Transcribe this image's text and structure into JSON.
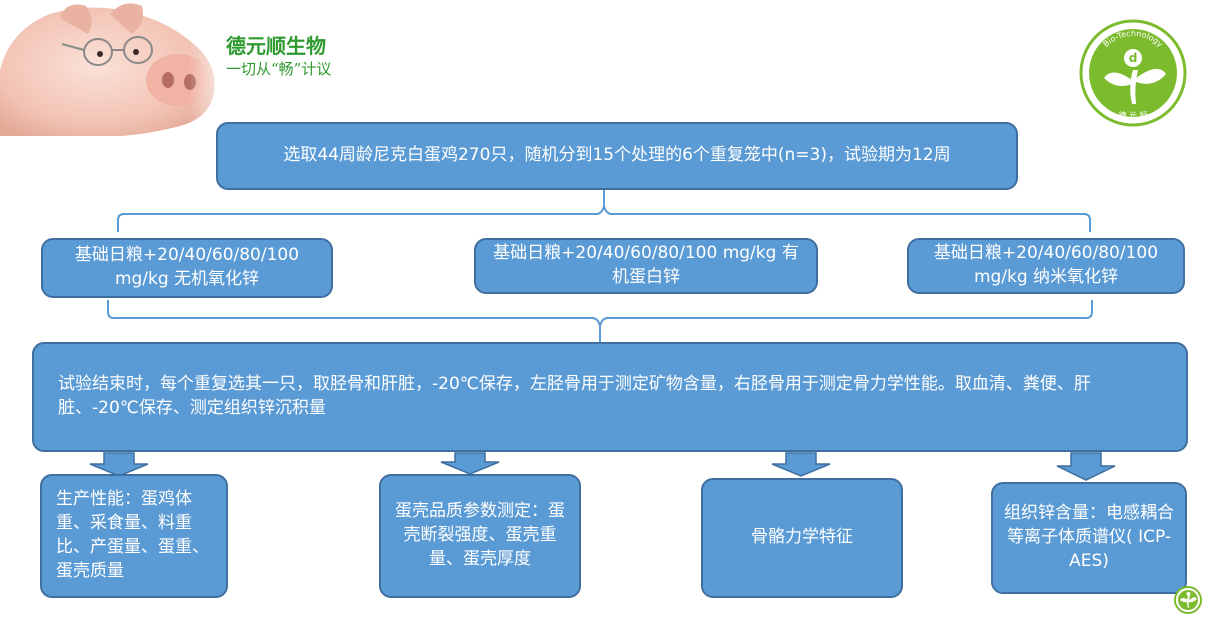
{
  "brand": {
    "name": "德元顺生物",
    "tagline": "一切从“畅”计议",
    "logo_ring_text": "Bio-Technology",
    "logo_letter": "d",
    "logo_bottom_text": "德 元 顺"
  },
  "icons": {
    "pig_photo": "pig-with-glasses-photo",
    "brand_logo": "leaf-figure-logo-icon",
    "corner_logo": "small-leaf-logo-icon"
  },
  "colors": {
    "box_fill": "#5b9bd5",
    "box_border": "#3f6fa0",
    "brand_green": "#2f9a2f",
    "connector": "#5b9bd5"
  },
  "flow": {
    "top": "选取44周龄尼克白蛋鸡270只，随机分到15个处理的6个重复笼中(n=3)，试验期为12周",
    "groups": [
      "基础日粮+20/40/60/80/100 mg/kg 无机氧化锌",
      "基础日粮+20/40/60/80/100 mg/kg 有机蛋白锌",
      "基础日粮+20/40/60/80/100 mg/kg 纳米氧化锌"
    ],
    "process": "试验结束时，每个重复选其一只，取胫骨和肝脏，-20℃保存，左胫骨用于测定矿物含量，右胫骨用于测定骨力学性能。取血清、粪便、肝脏、-20℃保存、测定组织锌沉积量",
    "outcomes": [
      "生产性能：蛋鸡体重、采食量、料重比、产蛋量、蛋重、蛋壳质量",
      "蛋壳品质参数测定：蛋壳断裂强度、蛋壳重量、蛋壳厚度",
      "骨骼力学特征",
      "组织锌含量：电感耦合等离子体质谱仪( ICP-AES)"
    ]
  }
}
